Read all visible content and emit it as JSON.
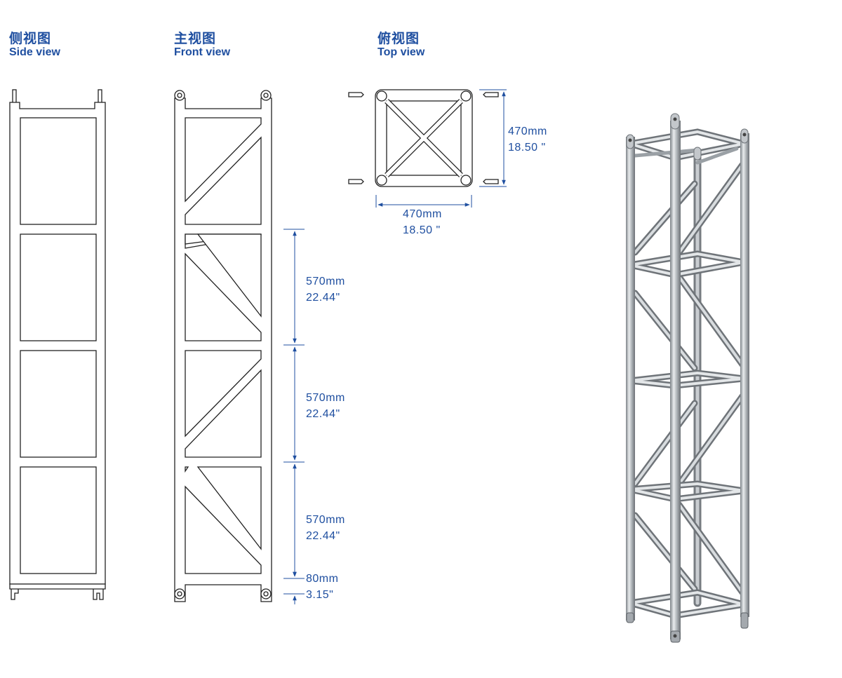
{
  "views": {
    "side": {
      "title_zh": "侧视图",
      "title_en": "Side view"
    },
    "front": {
      "title_zh": "主视图",
      "title_en": "Front view"
    },
    "top": {
      "title_zh": "俯视图",
      "title_en": "Top view"
    }
  },
  "dimensions": {
    "top_width": {
      "mm": "470mm",
      "inch": "18.50 \""
    },
    "top_depth": {
      "mm": "470mm",
      "inch": "18.50 \""
    },
    "segment_1": {
      "mm": "570mm",
      "inch": "22.44\""
    },
    "segment_2": {
      "mm": "570mm",
      "inch": "22.44\""
    },
    "segment_3": {
      "mm": "570mm",
      "inch": "22.44\""
    },
    "connector": {
      "mm": "80mm",
      "inch": "3.15\""
    }
  },
  "colors": {
    "dimension": "#1f4fa0",
    "outline": "#222222",
    "steel": "#a9aeb3"
  }
}
